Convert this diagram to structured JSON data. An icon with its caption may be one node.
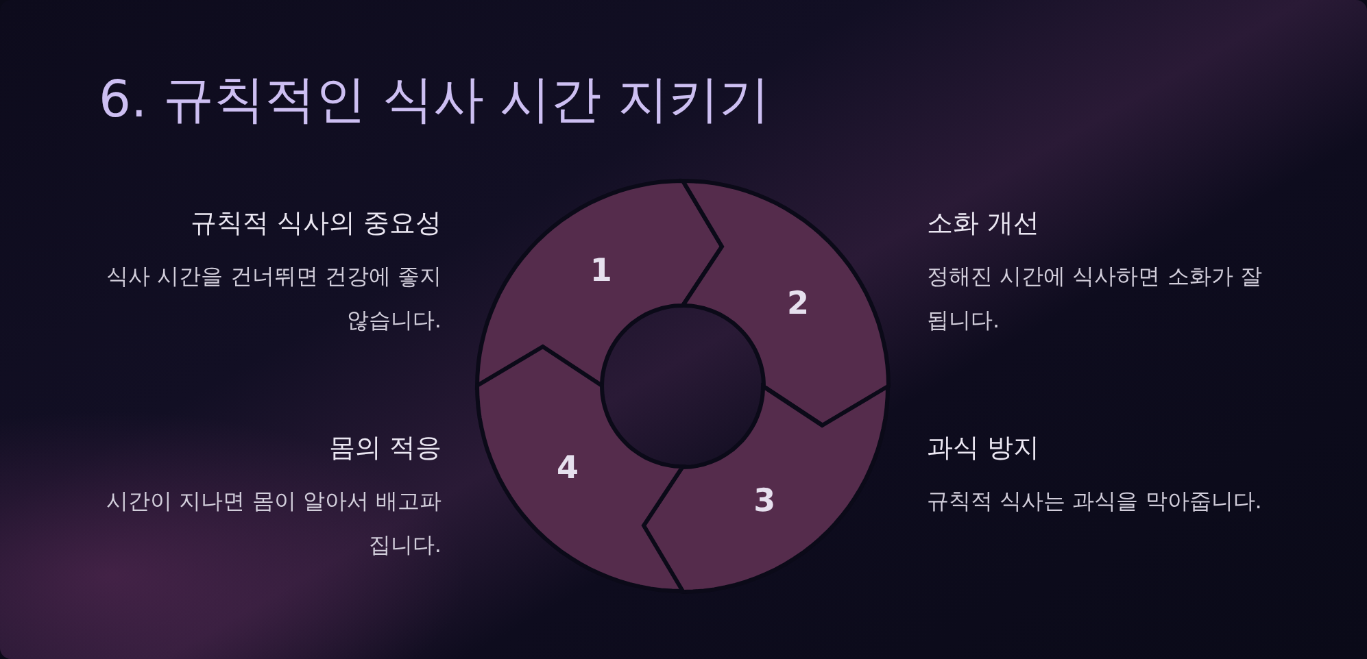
{
  "diagram": {
    "title": "6. 규칙적인 식사 시간 지키기",
    "nodes": [
      {
        "text": [
          "1"
        ]
      },
      {
        "text": [
          "2"
        ]
      },
      {
        "text": [
          "3"
        ]
      },
      {
        "text": [
          "4"
        ]
      }
    ],
    "labels": [
      "규칙적 식사의 중요성",
      "식사 시간을 건너뛰면 건강에 좋지 않습니다.",
      "소화 개선",
      "정해진 시간에 식사하면 소화가 잘 됩니다.",
      "몸의 적응",
      "시간이 지나면 몸이 알아서 배고파집니다.",
      "과식 방지",
      "규칙적 식사는 과식을 막아줍니다."
    ]
  }
}
